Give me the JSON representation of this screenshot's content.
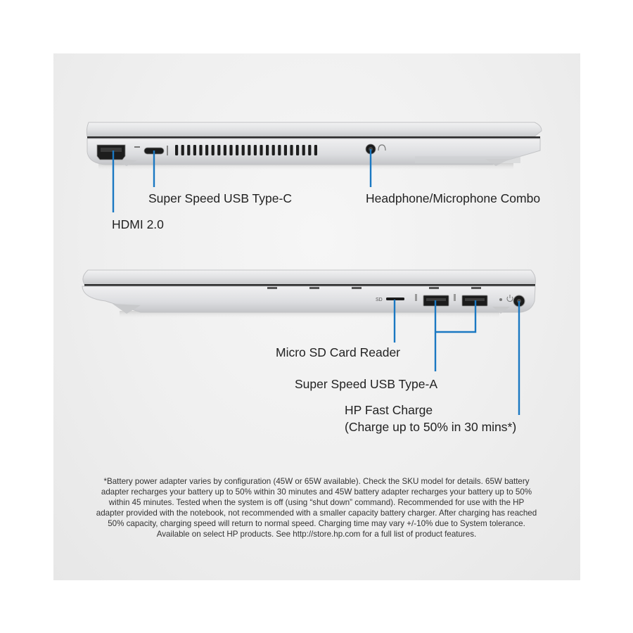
{
  "labels": {
    "hdmi": "HDMI 2.0",
    "usb_c": "Super Speed USB Type-C",
    "audio": "Headphone/Microphone Combo",
    "sd": "Micro SD Card Reader",
    "usb_a": "Super Speed USB Type-A",
    "charge_line1": "HP Fast Charge",
    "charge_line2": "(Charge up to 50% in 30 mins*)"
  },
  "port_marks": {
    "sd": "SD"
  },
  "footnote": "*Battery power adapter varies by configuration (45W or 65W available). Check the SKU model for details. 65W battery adapter recharges your battery up to 50% within 30 minutes and 45W battery adapter recharges your battery up to 50% within 45 minutes. Tested when the system is off (using “shut down” command). Recommended for use with the HP adapter provided with the notebook, not recommended with a smaller capacity battery charger. After charging has reached 50% capacity, charging speed will return to normal speed. Charging time may vary +/-10% due to System tolerance. Available on select HP products. See http://store.hp.com for a full list of product features.",
  "colors": {
    "leader": "#1a78c2",
    "panel": "#efefef",
    "chassis": "#d6d7d9"
  }
}
